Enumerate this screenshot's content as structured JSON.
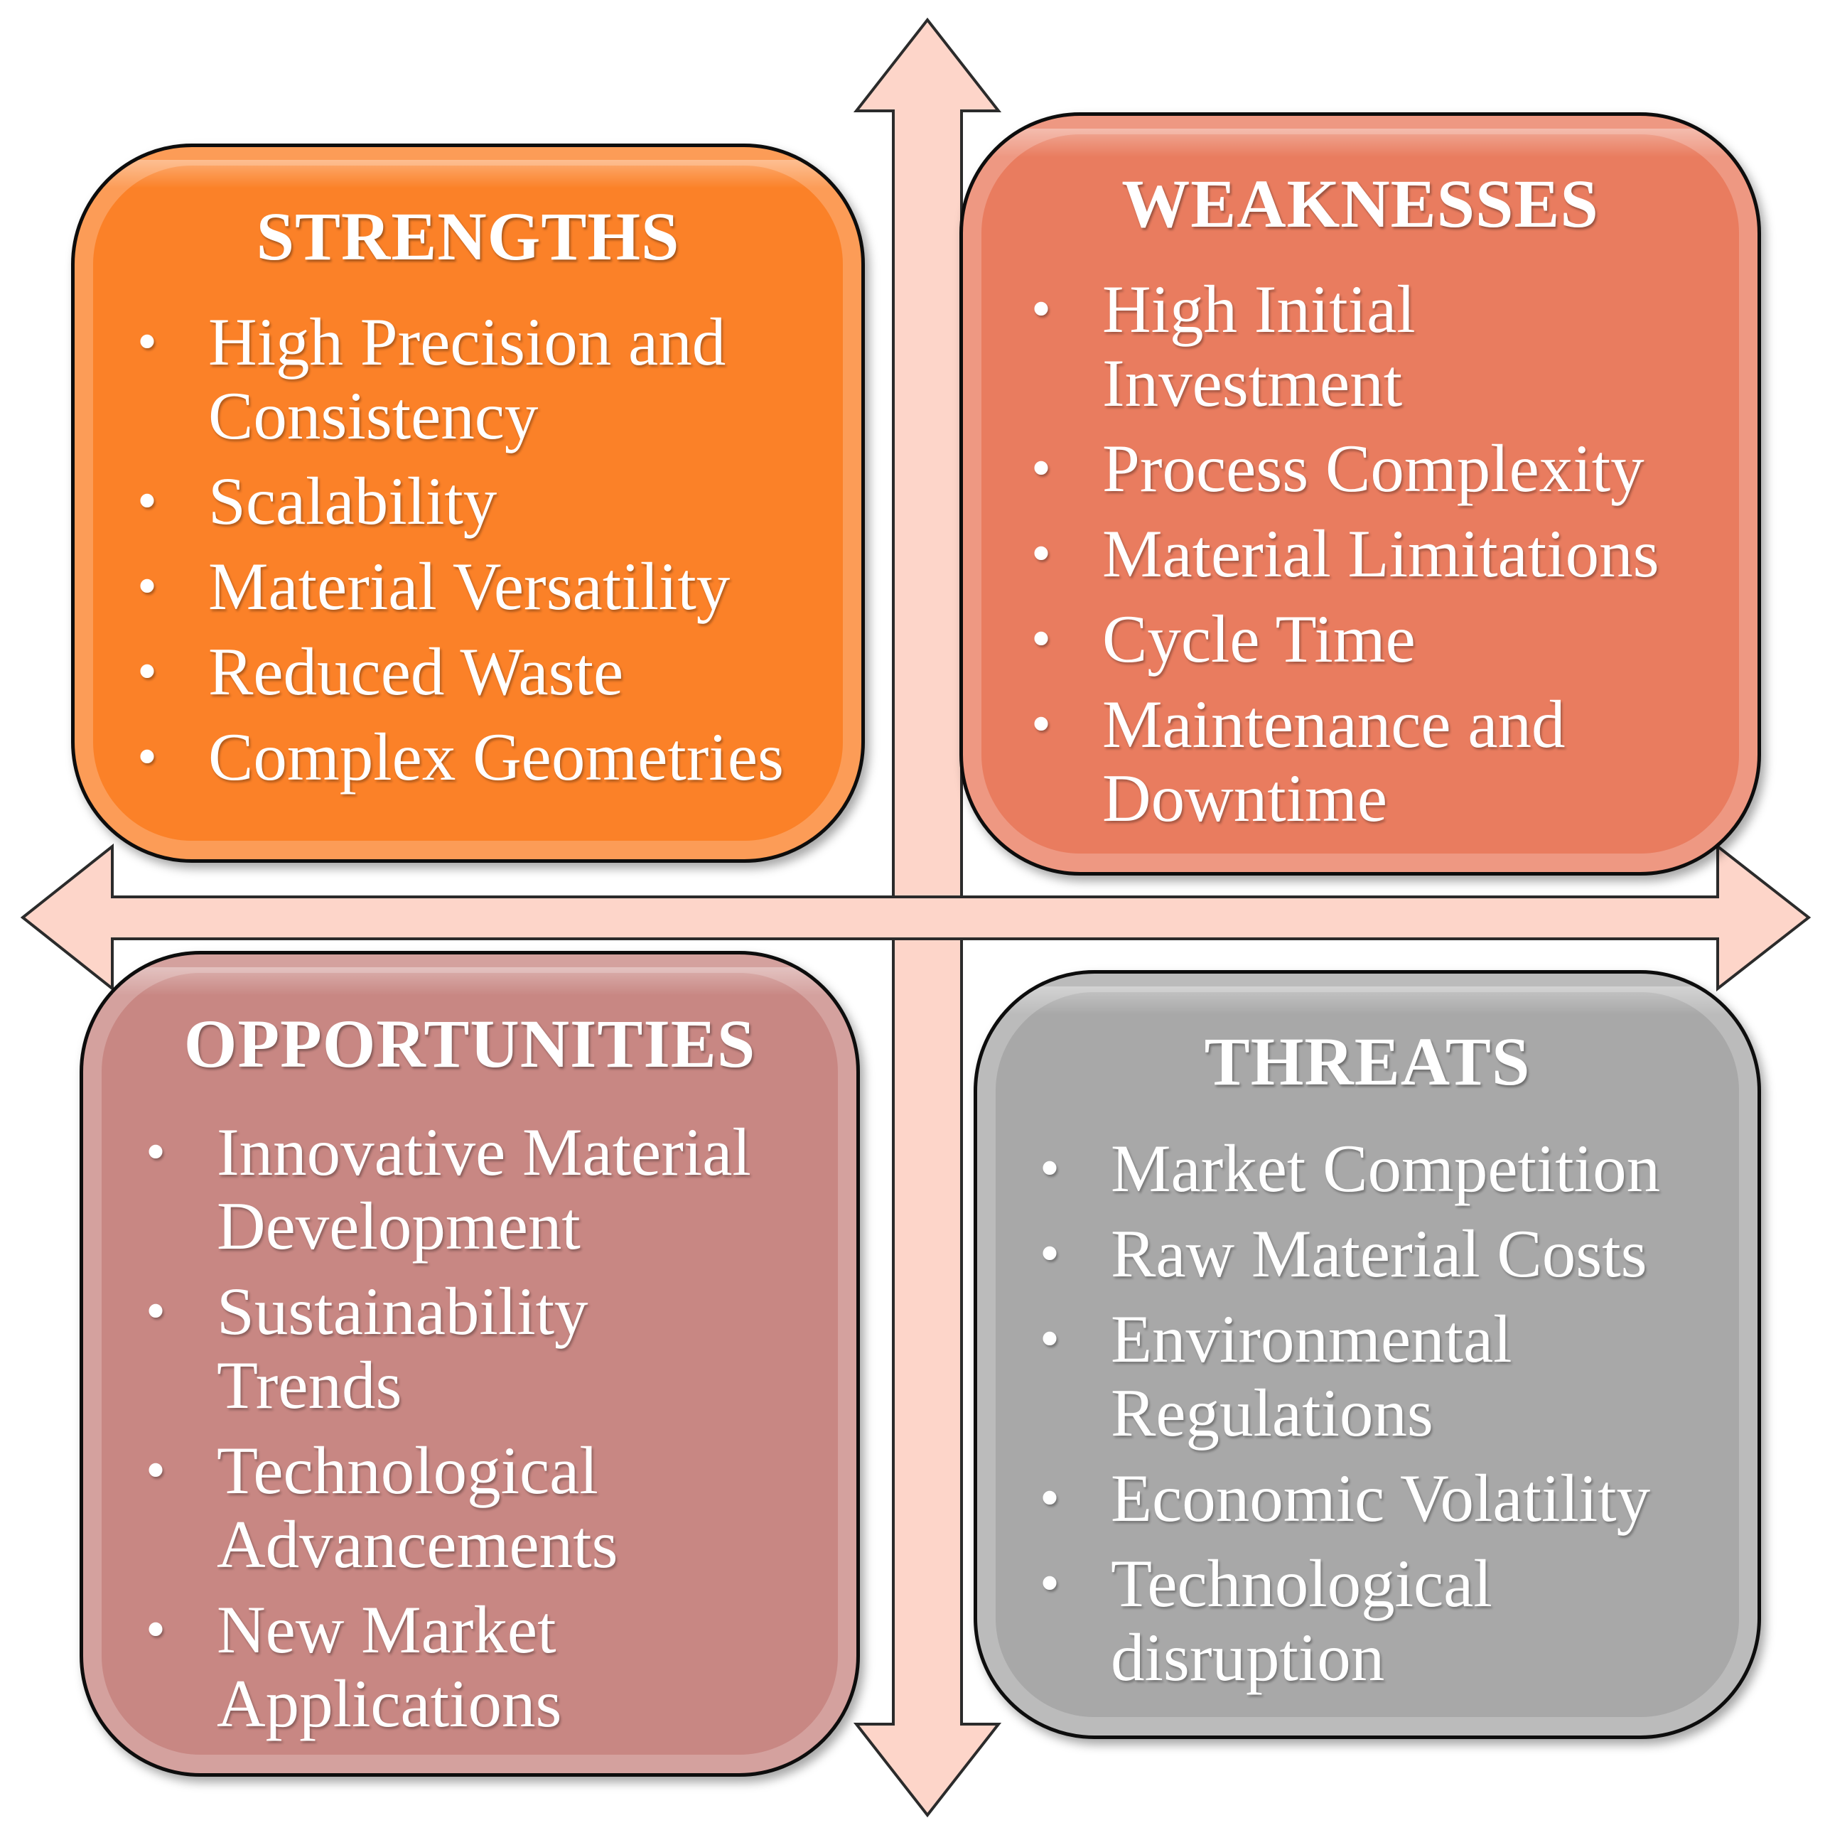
{
  "colors": {
    "arrow_fill": "#fdd5c9",
    "arrow_stroke": "#2b2b2b",
    "strengths": "#fb8128",
    "weaknesses": "#e97c5f",
    "opportunities": "#c88783",
    "threats": "#a8a8a8",
    "text": "#ffffff"
  },
  "strengths": {
    "title": "STRENGTHS",
    "items": [
      [
        "High Precision and",
        "Consistency"
      ],
      [
        "Scalability"
      ],
      [
        "Material Versatility"
      ],
      [
        "Reduced Waste"
      ],
      [
        "Complex Geometries"
      ]
    ]
  },
  "weaknesses": {
    "title": "WEAKNESSES",
    "items": [
      [
        "High Initial",
        "Investment"
      ],
      [
        "Process Complexity"
      ],
      [
        "Material Limitations"
      ],
      [
        "Cycle Time"
      ],
      [
        "Maintenance and",
        "Downtime"
      ]
    ]
  },
  "opportunities": {
    "title": "OPPORTUNITIES",
    "items": [
      [
        "Innovative Material",
        "Development"
      ],
      [
        "Sustainability",
        "Trends"
      ],
      [
        "Technological",
        "Advancements"
      ],
      [
        "New Market",
        "Applications"
      ]
    ]
  },
  "threats": {
    "title": "THREATS",
    "items": [
      [
        "Market Competition"
      ],
      [
        "Raw Material Costs"
      ],
      [
        "Environmental",
        "Regulations"
      ],
      [
        "Economic Volatility"
      ],
      [
        "Technological",
        "disruption"
      ]
    ]
  }
}
